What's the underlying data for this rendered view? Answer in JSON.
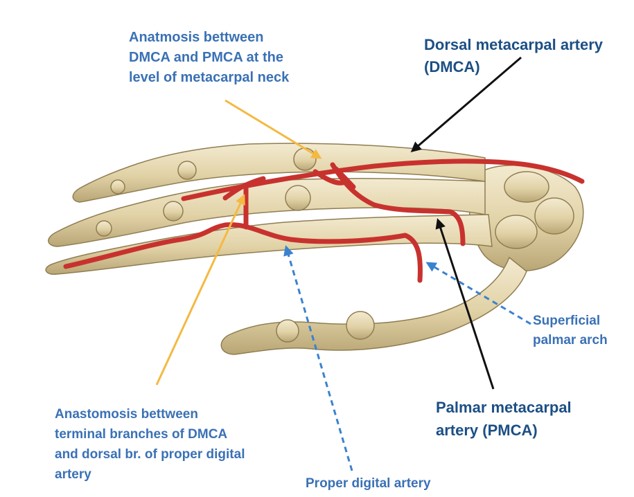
{
  "labels": {
    "anastomosis_neck": [
      "Anatmosis bettween",
      "DMCA and PMCA at the",
      "level of metacarpal neck"
    ],
    "dmca": [
      "Dorsal metacarpal artery",
      "(DMCA)"
    ],
    "superficial_palmar_arch": [
      "Superficial",
      "palmar arch"
    ],
    "pmca": [
      "Palmar metacarpal",
      "artery (PMCA)"
    ],
    "anastomosis_terminal": [
      "Anastomosis bettween",
      "terminal branches of DMCA",
      "and dorsal br. of proper digital",
      "artery"
    ],
    "proper_digital_artery": [
      "Proper digital artery"
    ]
  },
  "colors": {
    "artery": "#c8322e",
    "bone": "#e6d9b2",
    "bone_shadow": "#b9a676",
    "label_light_blue": "#3a71b5",
    "label_dark_blue": "#1c4f85",
    "pointer_yellow": "#f4b942",
    "pointer_black": "#111111",
    "pointer_blue_dashed": "#3a82cf"
  }
}
